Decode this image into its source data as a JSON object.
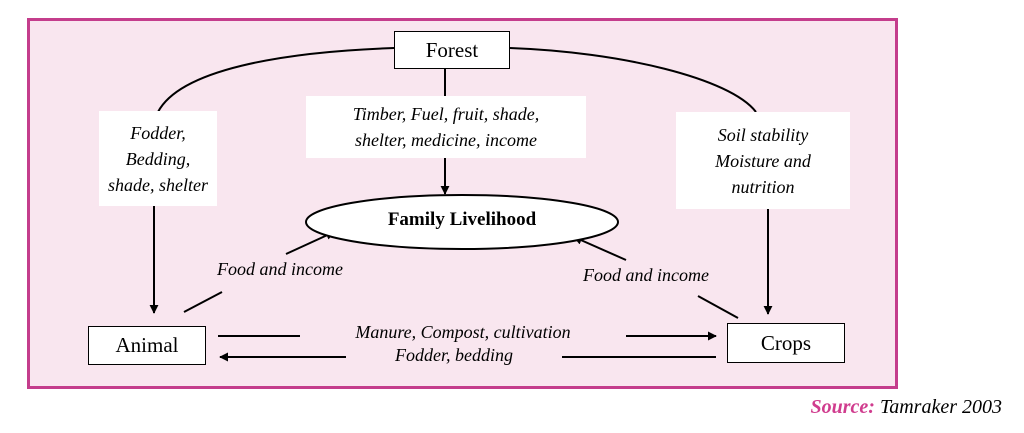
{
  "nodes": {
    "forest": "Forest",
    "family_livelihood": "Family Livelihood",
    "animal": "Animal",
    "crops": "Crops"
  },
  "labels": {
    "forest_to_animal": [
      "Fodder,",
      "Bedding,",
      "shade, shelter"
    ],
    "forest_to_family": [
      "Timber, Fuel, fruit, shade,",
      "shelter, medicine, income"
    ],
    "forest_to_crops": [
      "Soil stability",
      "Moisture and",
      "nutrition"
    ],
    "animal_to_family": "Food and income",
    "crops_to_family": "Food and income",
    "animal_to_crops": "Manure, Compost, cultivation",
    "crops_to_animal": "Fodder, bedding"
  },
  "source": {
    "key": "Source:",
    "value": "Tamraker 2003"
  },
  "colors": {
    "panel_background": "#f9e6ef",
    "panel_border": "#c43d8c",
    "source_key": "#d03c8e"
  }
}
